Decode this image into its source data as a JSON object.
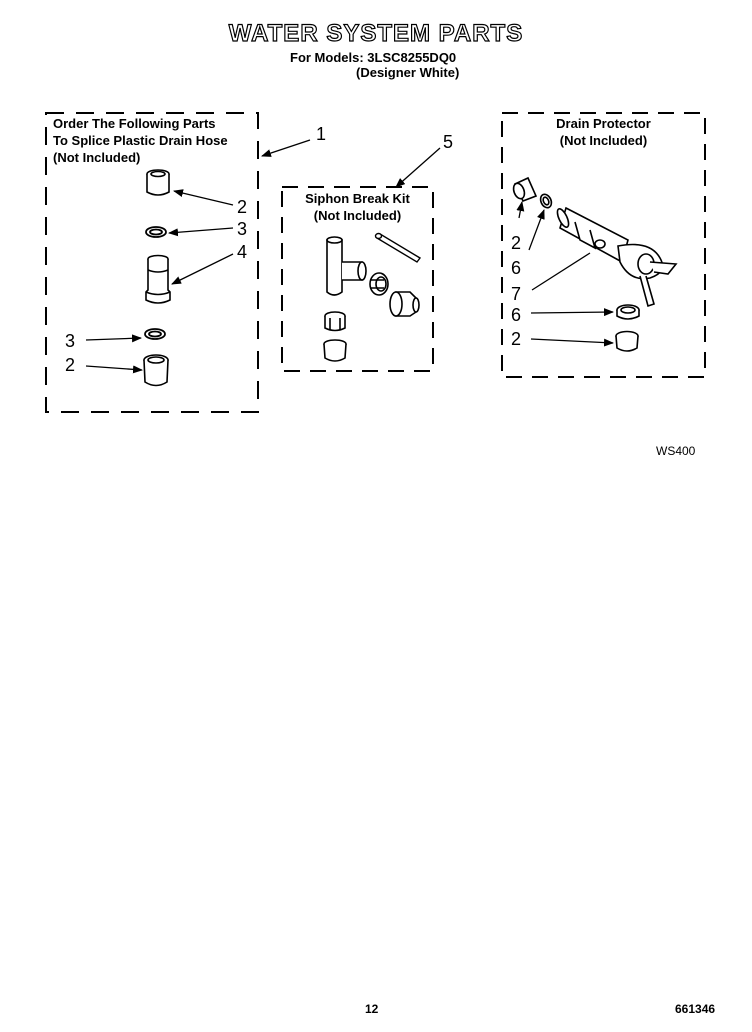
{
  "page": {
    "title": "WATER SYSTEM PARTS",
    "models_line": "For Models: 3LSC8255DQ0",
    "models_sub": "(Designer White)",
    "figure_code": "WS400",
    "page_number": "12",
    "doc_number": "661346"
  },
  "groups": {
    "splice": {
      "line1": "Order The Following Parts",
      "line2": "To Splice Plastic Drain Hose",
      "line3": "(Not Included)"
    },
    "siphon": {
      "line1": "Siphon Break Kit",
      "line2": "(Not Included)"
    },
    "drain": {
      "line1": "Drain Protector",
      "line2": "(Not Included)"
    }
  },
  "callouts": {
    "c1": "1",
    "c2a": "2",
    "c3a": "3",
    "c4": "4",
    "c3b": "3",
    "c2b": "2",
    "c5": "5",
    "d2a": "2",
    "d6a": "6",
    "d7": "7",
    "d6b": "6",
    "d2b": "2"
  }
}
